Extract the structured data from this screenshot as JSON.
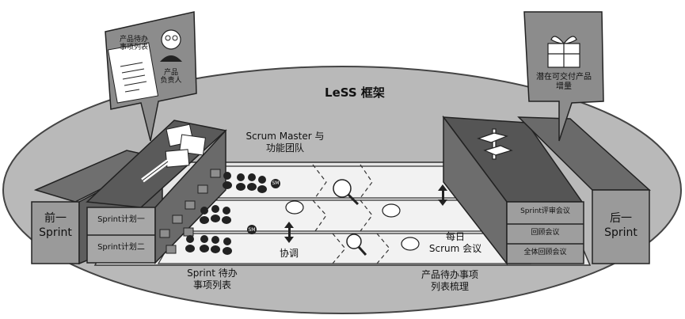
{
  "title": "LeSS 框架",
  "product_owner": {
    "backlog_note": [
      "产品待办",
      "事项列表"
    ],
    "role": [
      "产品",
      "负责人"
    ]
  },
  "potentially_shippable": [
    "潜在可交付产品",
    "增量"
  ],
  "previous_sprint": [
    "前一",
    "Sprint"
  ],
  "next_sprint": [
    "后一",
    "Sprint"
  ],
  "sprint_planning_1": "Sprint计划一",
  "sprint_planning_2": "Sprint计划二",
  "scrum_master_teams": [
    "Scrum Master 与",
    "功能团队"
  ],
  "coordinate": "协调",
  "daily_scrum": [
    "每日",
    "Scrum 会议"
  ],
  "sprint_backlog": [
    "Sprint 待办",
    "事项列表"
  ],
  "backlog_refinement": [
    "产品待办事项",
    "列表梳理"
  ],
  "sprint_review": "Sprint评审会议",
  "retrospective": "回顾会议",
  "overall_retrospective": "全体回顾会议",
  "sm_badge": "SM",
  "icons": [
    "person-icon",
    "magnifier-icon",
    "speech-bubble-icon",
    "double-arrow-icon",
    "gift-box-icon",
    "signpost-icon",
    "pencil-icon"
  ]
}
